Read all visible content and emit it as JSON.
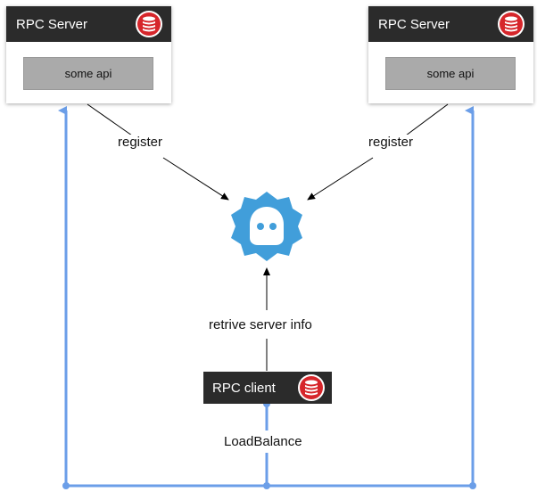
{
  "servers": [
    {
      "title": "RPC Server",
      "api_label": "some api",
      "register_label": "register"
    },
    {
      "title": "RPC Server",
      "api_label": "some api",
      "register_label": "register"
    }
  ],
  "registry": {
    "icon": "etcd-logo-icon",
    "color": "#419eda"
  },
  "client": {
    "title": "RPC client",
    "retrieve_label": "retrive server info",
    "lb_label": "LoadBalance"
  },
  "colors": {
    "lb_line": "#6b9ee8",
    "header": "#2b2b2b",
    "db_icon": "#d6262b",
    "api_box": "#aaaaaa"
  }
}
